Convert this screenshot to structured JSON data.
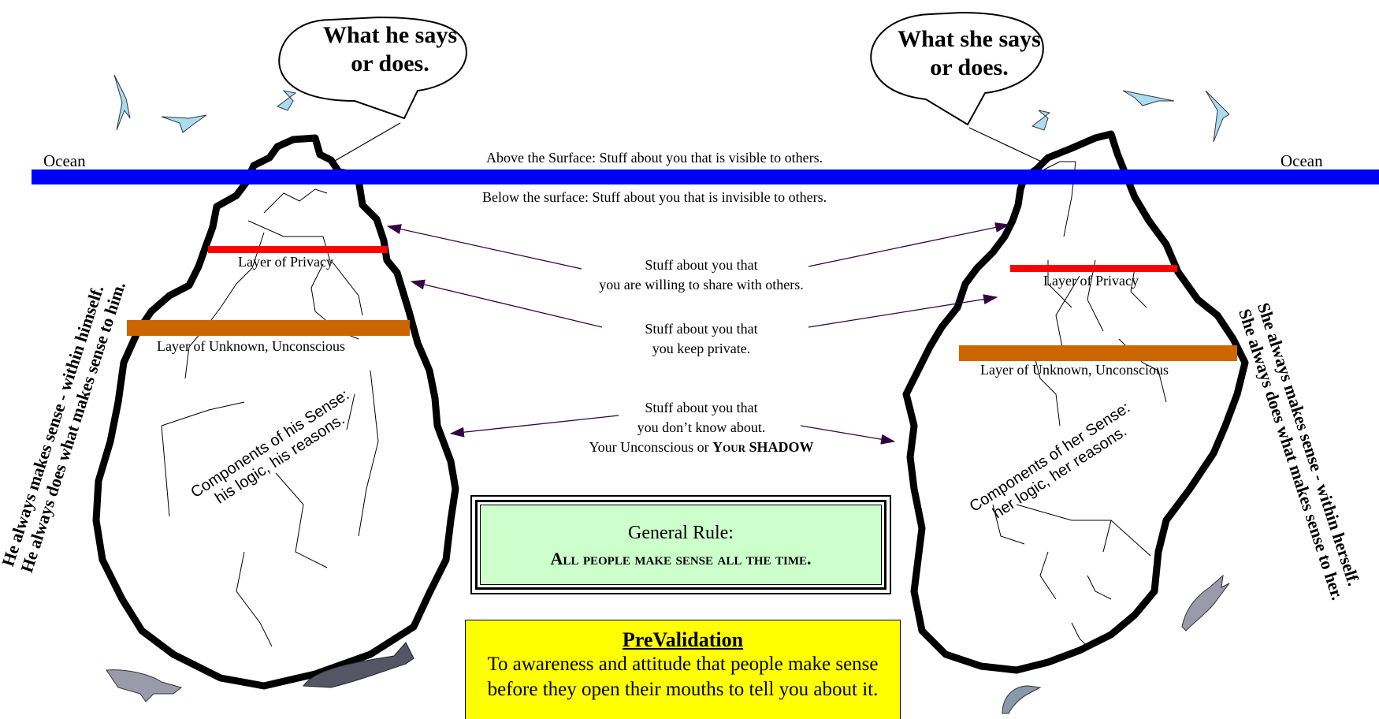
{
  "bubbles": {
    "left": "What he says or does.",
    "left_line1": "What he says",
    "left_line2": "or does.",
    "right_line1": "What she says",
    "right_line2": "or does."
  },
  "ocean": {
    "left_label": "Ocean",
    "right_label": "Ocean",
    "color": "#0000ff"
  },
  "surface": {
    "above": "Above the Surface: Stuff about you that is visible to others.",
    "below": "Below the surface: Stuff about you that is invisible to others."
  },
  "layers": {
    "privacy_left": "Layer of Privacy",
    "unknown_left": "Layer of Unknown, Unconscious",
    "privacy_right": "Layer of Privacy",
    "unknown_right": "Layer of Unknown, Unconscious",
    "privacy_color": "#ff0000",
    "unknown_color": "#cc6600"
  },
  "middle_notes": {
    "share_line1": "Stuff about you that",
    "share_line2": "you are willing to share with others.",
    "private_line1": "Stuff about you that",
    "private_line2": "you keep private.",
    "unknown_line1": "Stuff about you that",
    "unknown_line2": "you don’t know about.",
    "unknown_line3_prefix": "Your Unconscious or ",
    "unknown_line3_your": "Your",
    "unknown_line3_shadow": "Shadow"
  },
  "components": {
    "his_line1": "Components of his Sense:",
    "his_line2": "his logic, his reasons.",
    "her_line1": "Components of her Sense:",
    "her_line2": "her logic, her reasons."
  },
  "side_text": {
    "his_line1": "He always makes sense - within himself.",
    "his_line2": "He always does what makes sense to him.",
    "her_line1": "She always makes sense - within herself.",
    "her_line2": "She always does what makes sense to her."
  },
  "general_rule": {
    "title": "General Rule:",
    "body": "All people make sense all the time.",
    "background": "#ccffcc"
  },
  "prevalidation": {
    "title": "PreValidation",
    "line1": "To awareness and attitude that people make sense",
    "line2": "before they open their mouths to tell you about it.",
    "background": "#ffff00"
  },
  "decorations": {
    "birds": "seagull-icon",
    "animals": [
      "shark-icon",
      "whale-icon",
      "shark-icon",
      "dolphin-icon"
    ]
  }
}
